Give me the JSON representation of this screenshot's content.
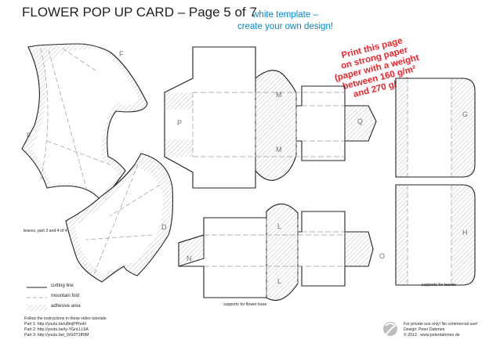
{
  "header": {
    "title": "FLOWER POP UP CARD – Page 5 of 7",
    "subtitle_lines": [
      "white template –",
      "create your own design!"
    ],
    "subtitle_color": "#0089cf"
  },
  "stamp": {
    "lines": [
      "Print this page",
      "on strong paper",
      "(paper with a weight",
      "between 160 g/m²",
      "and 270 g/m²)"
    ],
    "color": "#e8262c"
  },
  "labels": {
    "F_top": "F",
    "F_left": "F",
    "D_bottom": "D",
    "P": "P",
    "M_top": "M",
    "M_bottom": "M",
    "Q": "Q",
    "G": "G",
    "N": "N",
    "L_top": "L",
    "L_bottom": "L",
    "O": "O",
    "H": "H"
  },
  "captions": {
    "leaves": "leaves, part 3 and 4 of 4",
    "flower_base": "supports for flower base",
    "supports_leaves": "supports for leaves"
  },
  "legend": {
    "cutting": "cutting line",
    "mountain": "mountain fold",
    "adhesive": "adhesive area"
  },
  "tutorials": {
    "intro": "Follow the instructions in these video tutorials:",
    "part1": "Part 1: http://youtu.be/u8mjPPhokI",
    "part2": "Part 2: http://youtu.be/ly-YGnLLL5A",
    "part3": "Part 3: http://youtu.be/_0rG0T1fRIM"
  },
  "credits": {
    "line1": "For private use only! No commercial use!",
    "line2": "Design: Peter Dahmen",
    "line3": "© 2013 · www.peterdahmen.de",
    "logo_icon": "peter-dahmen-logo-icon"
  }
}
